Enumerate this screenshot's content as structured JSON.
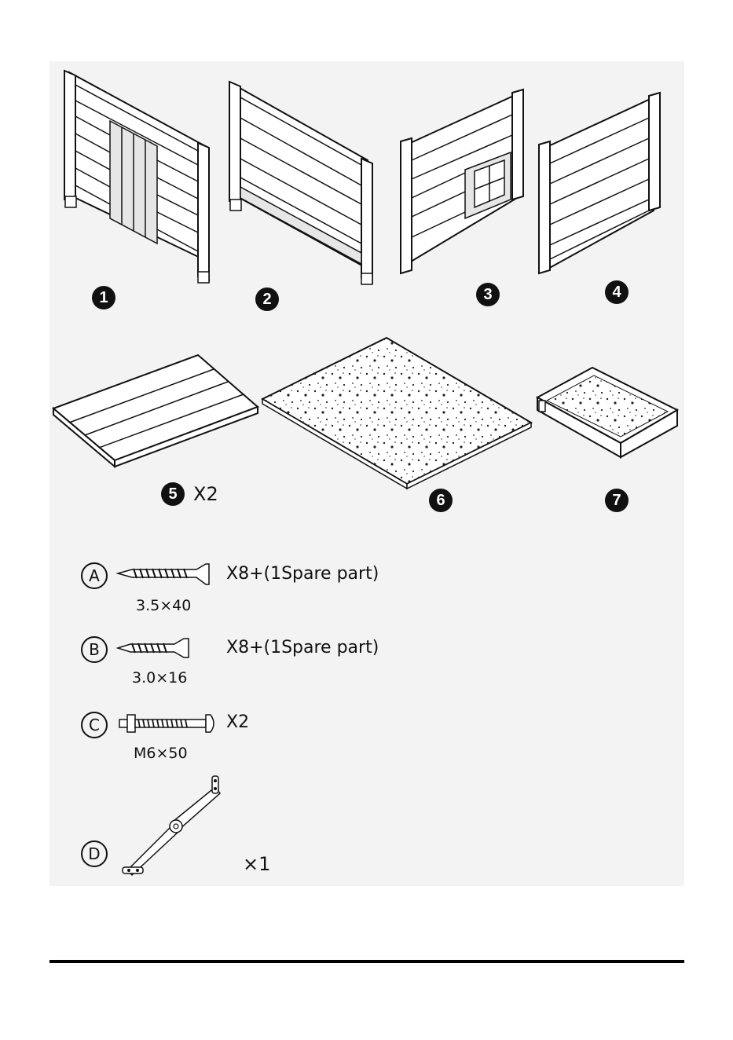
{
  "panels": [
    {
      "number": "1"
    },
    {
      "number": "2"
    },
    {
      "number": "3"
    },
    {
      "number": "4"
    }
  ],
  "boards": [
    {
      "number": "5",
      "quantity": "X2"
    },
    {
      "number": "6"
    },
    {
      "number": "7"
    }
  ],
  "hardware": [
    {
      "letter": "A",
      "quantity": "X8+(1Spare part)",
      "size": "3.5×40"
    },
    {
      "letter": "B",
      "quantity": "X8+(1Spare part)",
      "size": "3.0×16"
    },
    {
      "letter": "C",
      "quantity": "X2",
      "size": "M6×50"
    },
    {
      "letter": "D",
      "quantity": "×1"
    }
  ],
  "colors": {
    "background": "#f3f3f3",
    "line": "#111111",
    "page": "#ffffff"
  }
}
